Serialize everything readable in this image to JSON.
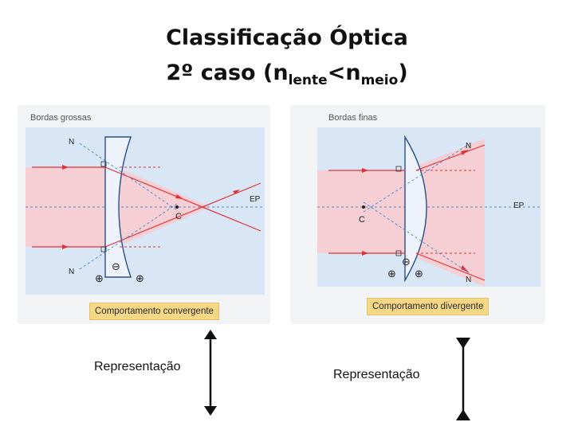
{
  "slide": {
    "title_line1": "Classificação Óptica",
    "title_line2_prefix": "2º caso (n",
    "title_sub_lente": "lente",
    "title_lt": "<n",
    "title_sub_meio": "meio",
    "title_close": ")"
  },
  "left_panel": {
    "heading": "Bordas grossas",
    "label_n_top": "N",
    "label_n_bottom": "N",
    "label_c": "C",
    "label_ep": "EP",
    "sign_plus_left": "⊕",
    "sign_minus": "⊖",
    "sign_plus_right": "⊕",
    "behavior": "Comportamento convergente"
  },
  "right_panel": {
    "heading": "Bordas finas",
    "label_n_top": "N",
    "label_n_bottom": "N",
    "label_c": "C",
    "label_ep": "EP",
    "sign_plus_left": "⊕",
    "sign_minus": "⊖",
    "sign_plus_right": "⊕",
    "behavior": "Comportamento divergente"
  },
  "representation": {
    "left_label": "Representação",
    "right_label": "Representação"
  },
  "colors": {
    "panel_bg": "#f3f4f6",
    "diagram_bg": "#d9e6f6",
    "beam_fill": "#f5cfd3",
    "ray": "#e03038",
    "normal": "#4a8fd0",
    "lens_fill": "#eef3fb",
    "lens_stroke": "#2a4f86",
    "label_box": "#f6d786"
  }
}
